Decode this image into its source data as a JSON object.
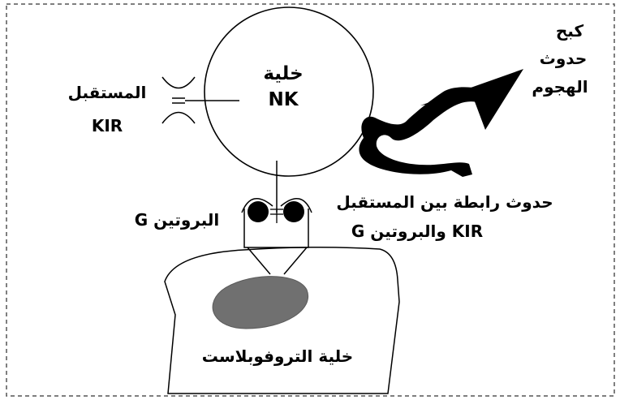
{
  "nk_cell": {
    "line1": "خلية",
    "line2": "NK"
  },
  "kir_receptor": {
    "line1": "المستقبل",
    "line2": "KIR"
  },
  "attack_inhibition": {
    "line1": "كبح",
    "line2": "حدوث",
    "line3": "الهجوم"
  },
  "binding": {
    "line1": "حدوث رابطة بين المستقبل",
    "line2": "KIR والبروتين G"
  },
  "protein_g": {
    "label": "البروتين G"
  },
  "trophoblast": {
    "label": "خلية التروفوبلاست"
  },
  "colors": {
    "nucleus": "#707070",
    "stroke": "#000000",
    "frame": "#555555"
  }
}
